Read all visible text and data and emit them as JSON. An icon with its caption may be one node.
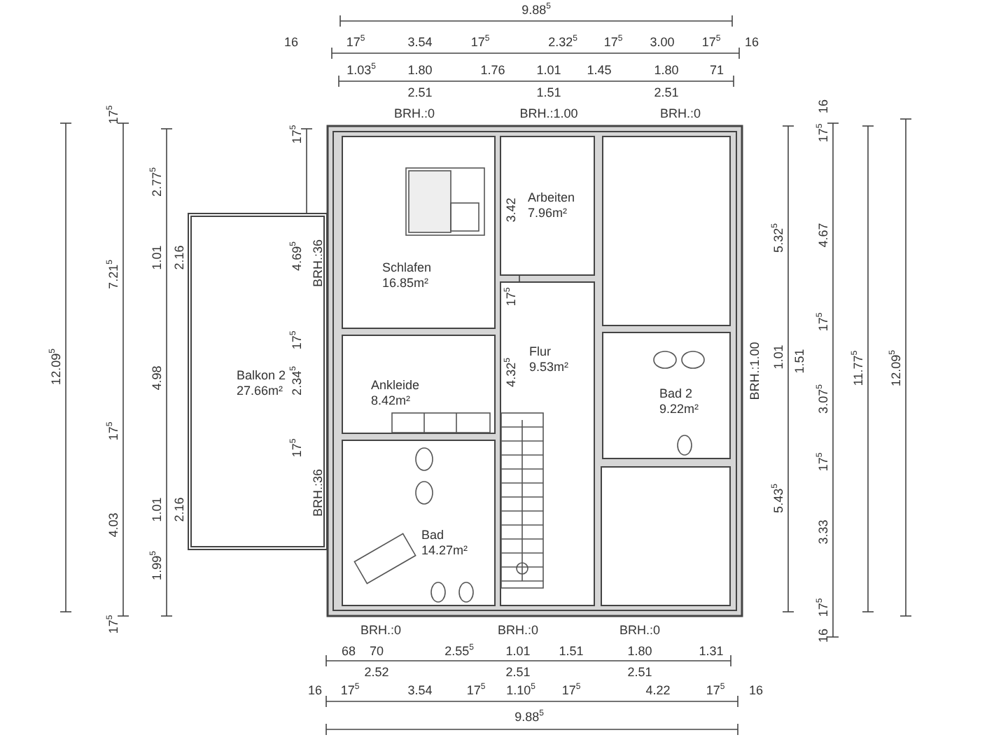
{
  "diagram": {
    "nodes": [
      {
        "text": [
          "Schlafen",
          "16.85m²"
        ]
      },
      {
        "text": [
          "Arbeiten",
          "7.96m²"
        ]
      },
      {
        "text": [],
        "shape": "box"
      },
      {
        "text": [
          "Ankleide",
          "8.42m²"
        ]
      },
      {
        "text": [
          "Flur",
          "9.53m²"
        ]
      },
      {
        "text": [
          "Bad 2",
          "9.22m²"
        ]
      },
      {
        "text": [
          "Balkon 2",
          "27.66m²"
        ]
      },
      {
        "text": [
          "Bad",
          "14.27m²"
        ]
      },
      {
        "text": [],
        "shape": "box"
      }
    ],
    "edges": [],
    "labels": [
      "9.88$^{5}$",
      "16",
      "17$^{5}$",
      "3.54",
      "17$^{5}$",
      "2.32$^{5}$",
      "17$^{5}$",
      "3.00",
      "17$^{5}$",
      "16",
      "1.03$^{5}$",
      "1.80",
      "1.76",
      "1.01",
      "1.45",
      "1.80",
      "71",
      "2.51",
      "1.51",
      "2.51",
      "BRH.:0",
      "BRH.:1.00",
      "BRH.:0",
      "12.09$^{5}$",
      "17$^{5}$",
      "7.21$^{5}$",
      "17$^{5}$",
      "4.03",
      "17$^{5}$",
      "2.77$^{5}$",
      "1.01",
      "2.16",
      "4.98",
      "1.01",
      "2.16",
      "1.99$^{5}$",
      "17$^{5}$",
      "4.69$^{5}$",
      "17$^{5}$",
      "2.34$^{5}$",
      "17$^{5}$",
      "BRH.:36",
      "BRH.:36",
      "3.42",
      "17$^{5}$",
      "4.32$^{5}$",
      "BRH.:1.00",
      "5.32$^{5}$",
      "1.01",
      "1.51",
      "5.43$^{5}$",
      "16",
      "17$^{5}$",
      "4.67",
      "17$^{5}$",
      "3.07$^{5}$",
      "17$^{5}$",
      "3.33",
      "17$^{5}$",
      "16",
      "11.77$^{5}$",
      "12.09$^{5}$",
      "BRH.:0",
      "BRH.:0",
      "BRH.:0",
      "68",
      "70",
      "2.55$^{5}$",
      "1.01",
      "1.51",
      "1.80",
      "1.31",
      "2.52",
      "2.51",
      "2.51",
      "16",
      "17$^{5}$",
      "3.54",
      "17$^{5}$",
      "1.10$^{5}$",
      "17$^{5}$",
      "4.22",
      "17$^{5}$",
      "16",
      "9.88$^{5}$"
    ]
  }
}
